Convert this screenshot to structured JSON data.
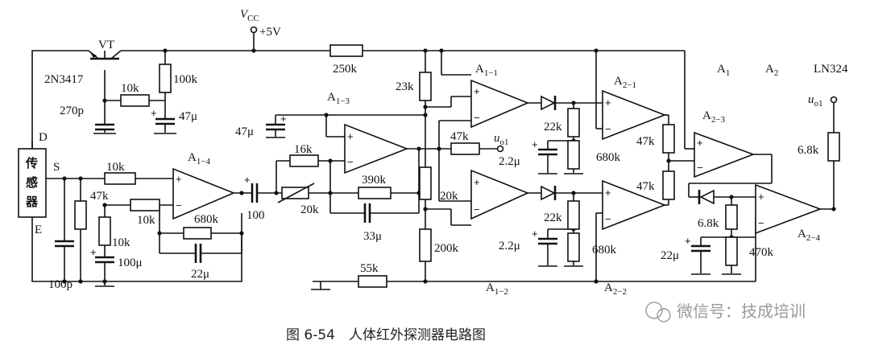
{
  "caption": "图 6-54　人体红外探测器电路图",
  "watermark": "微信号：技成培训",
  "supply": {
    "label": "V",
    "sub": "CC",
    "value": "+5V"
  },
  "sensor": {
    "chars": [
      "传",
      "感",
      "器"
    ],
    "pins": [
      "D",
      "S",
      "E"
    ]
  },
  "transistor": {
    "name": "VT",
    "part": "2N3417"
  },
  "ic_note": {
    "a1": "A",
    "a1_sub": "1",
    "a2": "A",
    "a2_sub": "2",
    "part": "LN324"
  },
  "opamps": [
    {
      "id": "A1-4",
      "name": "A",
      "sub": "1−4"
    },
    {
      "id": "A1-3",
      "name": "A",
      "sub": "1−3"
    },
    {
      "id": "A1-1",
      "name": "A",
      "sub": "1−1"
    },
    {
      "id": "A1-2",
      "name": "A",
      "sub": "1−2"
    },
    {
      "id": "A2-1",
      "name": "A",
      "sub": "2−1"
    },
    {
      "id": "A2-2",
      "name": "A",
      "sub": "2−2"
    },
    {
      "id": "A2-3",
      "name": "A",
      "sub": "2−3"
    },
    {
      "id": "A2-4",
      "name": "A",
      "sub": "2−4"
    }
  ],
  "signals": [
    {
      "id": "uo1-mid",
      "name": "u",
      "sub": "o1"
    },
    {
      "id": "uo1-out",
      "name": "u",
      "sub": "o1"
    }
  ],
  "components": {
    "r_100k": "100k",
    "r_10k_base": "10k",
    "c_270p": "270p",
    "c_47u_top": "47μ",
    "r_250k": "250k",
    "r_23k": "23k",
    "r_10k_in": "10k",
    "r_47k_s": "47k",
    "r_10k_fb": "10k",
    "r_10k_gnd": "10k",
    "c_100u": "100μ",
    "c_100p": "100p",
    "r_680k_a14": "680k",
    "c_22u_a14": "22μ",
    "c_100": "100",
    "c_47u_a13": "47μ",
    "r_16k": "16k",
    "rp_20k": "20k",
    "r_390k": "390k",
    "c_33u": "33μ",
    "r_20k_div": "20k",
    "r_200k": "200k",
    "r_55k": "55k",
    "r_47k_mid": "47k",
    "r_22k_top": "22k",
    "c_22u_top": "2.2μ",
    "r_680k_top": "680k",
    "r_22k_bot": "22k",
    "c_22u_bot": "2.2μ",
    "r_680k_bot": "680k",
    "r_47k_top": "47k",
    "r_47k_bot": "47k",
    "r_68k_a24": "6.8k",
    "c_22u_a24": "22μ",
    "r_470k": "470k",
    "r_68k_out": "6.8k"
  }
}
